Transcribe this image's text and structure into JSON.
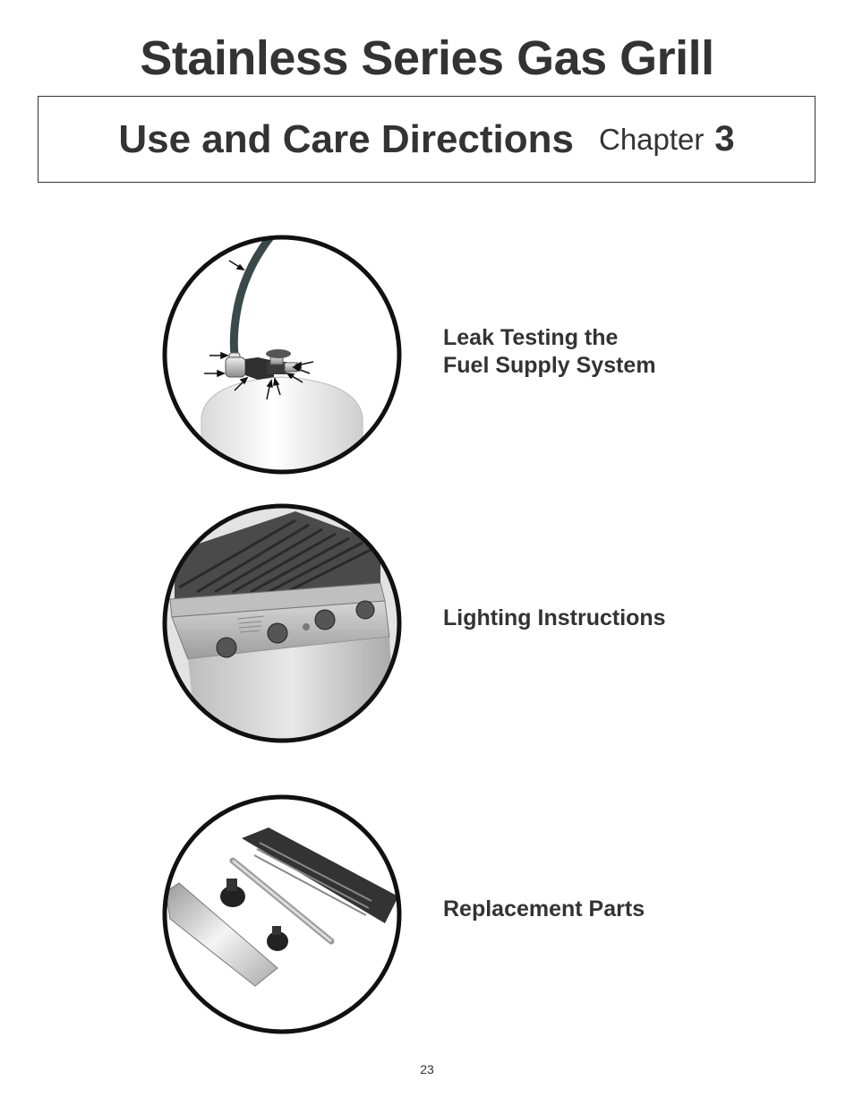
{
  "header": {
    "title": "Stainless Series Gas Grill",
    "chapter_title": "Use and Care Directions",
    "chapter_word": "Chapter",
    "chapter_number": "3"
  },
  "sections": [
    {
      "line1": "Leak Testing the",
      "line2": "Fuel Supply System",
      "illustration": "propane-tank-valve-icon"
    },
    {
      "line1": "Lighting Instructions",
      "illustration": "grill-control-panel-icon"
    },
    {
      "line1": "Replacement Parts",
      "illustration": "grill-parts-icon"
    }
  ],
  "footer": {
    "page_number": "23"
  }
}
